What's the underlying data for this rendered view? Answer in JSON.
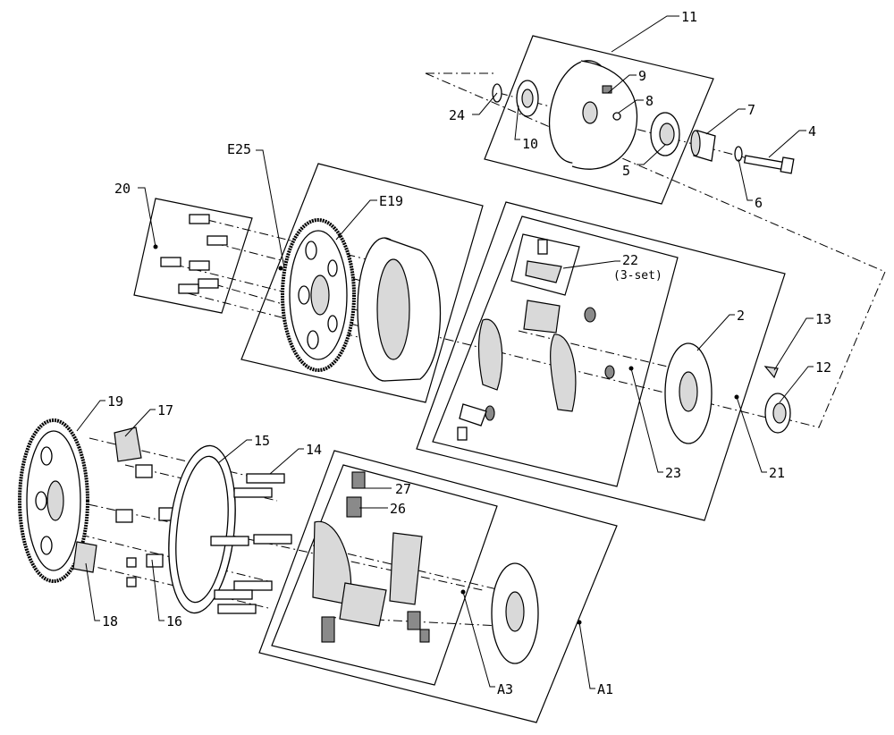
{
  "callouts": {
    "c11": "11",
    "c9": "9",
    "c8": "8",
    "c7": "7",
    "c4": "4",
    "c24": "24",
    "c10": "10",
    "c5": "5",
    "c6": "6",
    "cE25": "E25",
    "cE19": "E19",
    "c20": "20",
    "c22": "22",
    "c22b": "(3-set)",
    "c2": "2",
    "c13": "13",
    "c12": "12",
    "c23": "23",
    "c21": "21",
    "c19": "19",
    "c17": "17",
    "c15": "15",
    "c14": "14",
    "c27": "27",
    "c26": "26",
    "c18": "18",
    "c16": "16",
    "cA3": "A3",
    "cA1": "A1"
  }
}
